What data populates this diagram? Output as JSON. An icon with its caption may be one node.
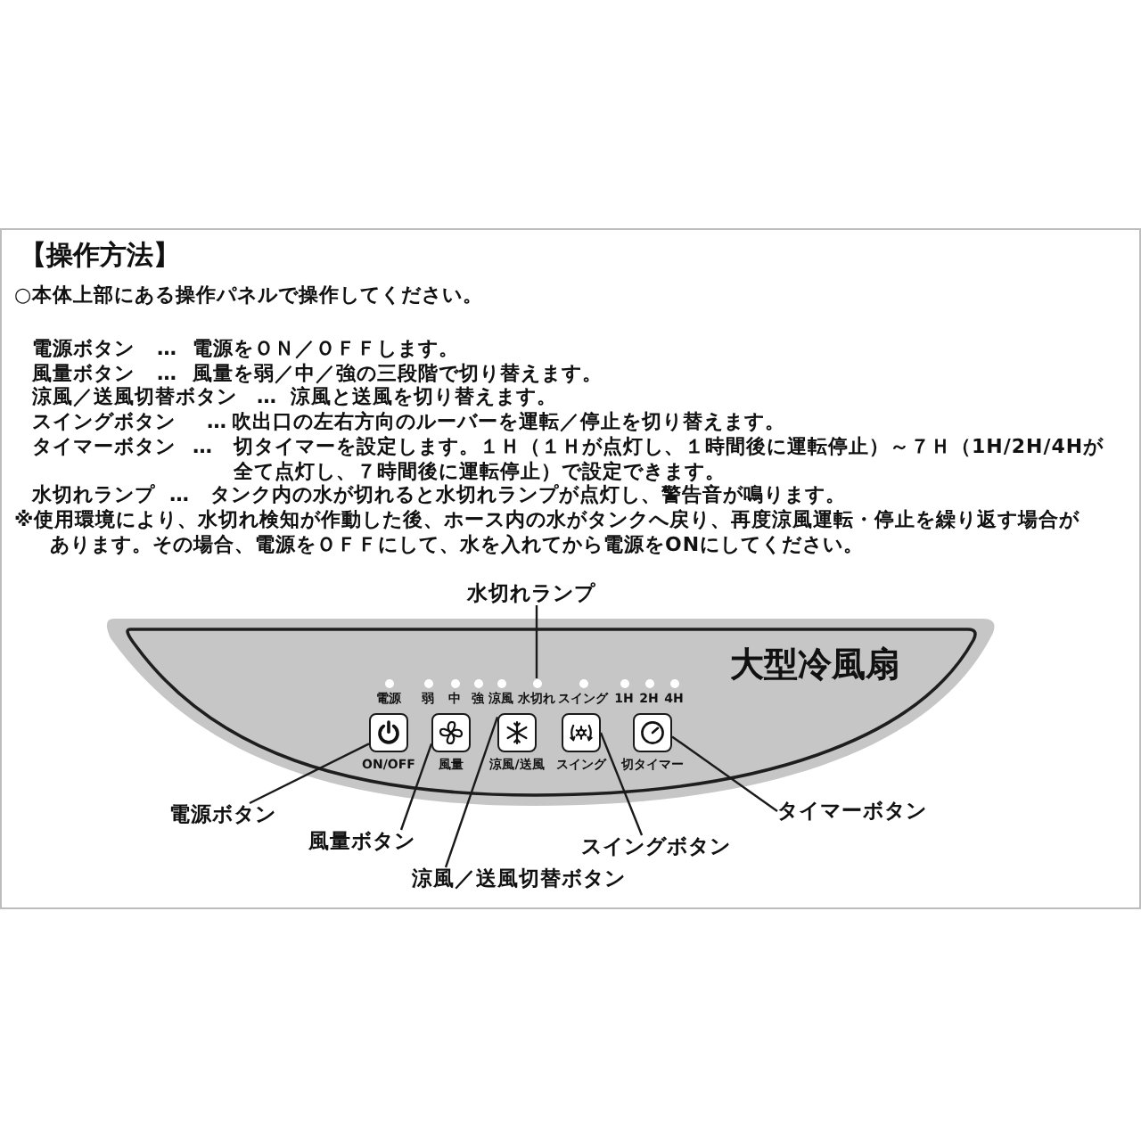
{
  "diagram": {
    "title": "【操作方法】",
    "nodes": [
      {
        "text": [
          "水切れランプ"
        ]
      },
      {
        "text": [
          "大型冷風扇"
        ]
      },
      {
        "text": [],
        "shape": "circle",
        "in": 1,
        "beside": [
          "電源"
        ]
      },
      {
        "text": [],
        "shape": "circle",
        "in": 1,
        "beside": [
          "弱"
        ]
      },
      {
        "text": [],
        "shape": "circle",
        "in": 1,
        "beside": [
          "中"
        ]
      },
      {
        "text": [],
        "shape": "circle",
        "in": 1,
        "beside": [
          "強"
        ]
      },
      {
        "text": [],
        "shape": "circle",
        "in": 1,
        "beside": [
          "涼風"
        ]
      },
      {
        "text": [],
        "shape": "circle",
        "in": 1,
        "beside": [
          "水切れ"
        ]
      },
      {
        "text": [],
        "shape": "circle",
        "in": 1,
        "beside": [
          "スイング"
        ]
      },
      {
        "text": [],
        "shape": "circle",
        "in": 1,
        "beside": [
          "1H"
        ]
      },
      {
        "text": [],
        "shape": "circle",
        "in": 1,
        "beside": [
          "2H"
        ]
      },
      {
        "text": [],
        "shape": "circle",
        "in": 1,
        "beside": [
          "4H"
        ]
      },
      {
        "text": [],
        "shape": "box",
        "in": 1,
        "beside": [
          "ON/OFF"
        ]
      },
      {
        "text": [],
        "shape": "box",
        "in": 1,
        "beside": [
          "風量"
        ]
      },
      {
        "text": [],
        "shape": "box",
        "in": 1,
        "beside": [
          "涼風/送風"
        ]
      },
      {
        "text": [],
        "shape": "box",
        "in": 1,
        "beside": [
          "スイング"
        ]
      },
      {
        "text": [],
        "shape": "box",
        "in": 1,
        "beside": [
          "切タイマー"
        ]
      },
      {
        "text": [
          "電源ボタン"
        ]
      },
      {
        "text": [
          "風量ボタン"
        ]
      },
      {
        "text": [
          "涼風／送風切替ボタン"
        ]
      },
      {
        "text": [
          "スイングボタン"
        ]
      },
      {
        "text": [
          "タイマーボタン"
        ]
      }
    ],
    "edges": [
      {
        "from": 0,
        "to": 7,
        "arrow": "none"
      },
      {
        "from": 17,
        "to": 12,
        "arrow": "none"
      },
      {
        "from": 18,
        "to": 13,
        "arrow": "none"
      },
      {
        "from": 19,
        "to": 14,
        "arrow": "none"
      },
      {
        "from": 20,
        "to": 15,
        "arrow": "none"
      },
      {
        "from": 21,
        "to": 16,
        "arrow": "none"
      }
    ],
    "labels": [
      "○本体上部にある操作パネルで操作してください。",
      "電源ボタン",
      "…",
      "電源をＯＮ／ＯＦＦします。",
      "風量ボタン",
      "…",
      "風量を弱／中／強の三段階で切り替えます。",
      "涼風／送風切替ボタン",
      "…",
      "涼風と送風を切り替えます。",
      "スイングボタン",
      "…",
      "吹出口の左右方向のルーバーを運転／停止を切り替えます。",
      "タイマーボタン",
      "…",
      "切タイマーを設定します。１Ｈ（１Ｈが点灯し、１時間後に運転停止）～７Ｈ（1H/2H/4Hが全て点灯し、７時間後に運転停止）で設定できます。",
      "水切れランプ",
      "…",
      "タンク内の水が切れると水切れランプが点灯し、警告音が鳴ります。",
      "※使用環境により、水切れ検知が作動した後、ホース内の水がタンクへ戻り、再度涼風運転・停止を繰り返す場合があります。その場合、電源をＯＦＦにして、水を入れてから電源をONにしてください。"
    ]
  }
}
